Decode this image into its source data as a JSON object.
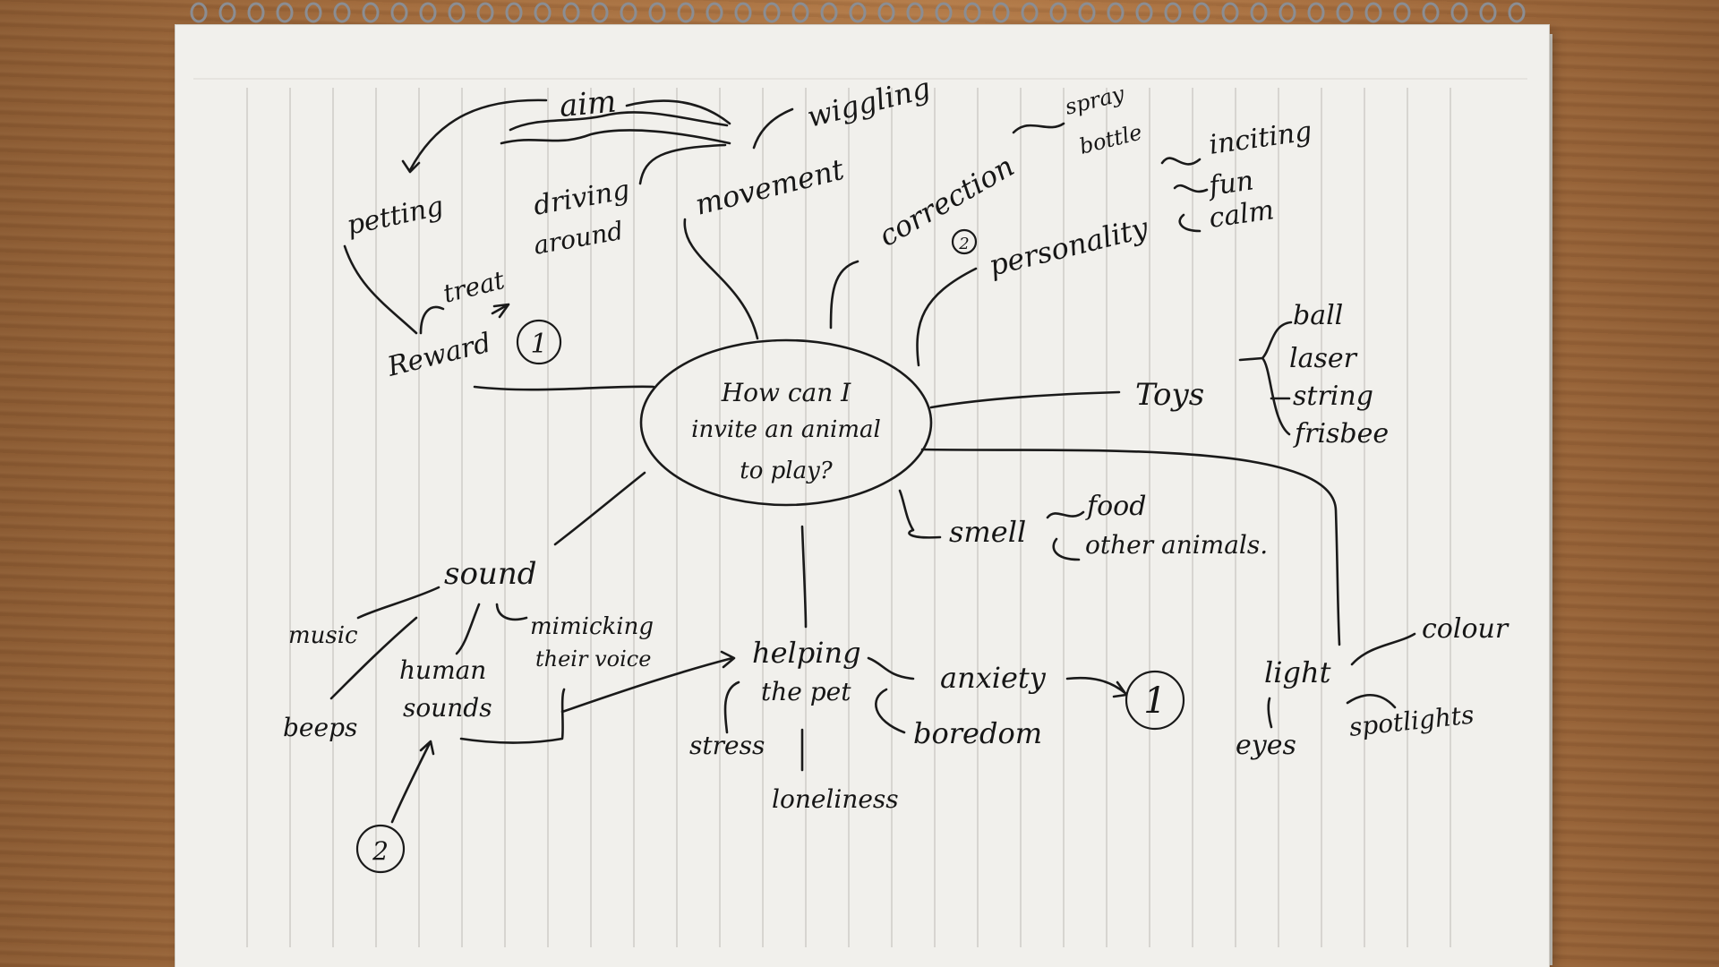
{
  "center": {
    "line1": "How can I",
    "line2": "invite an animal",
    "line3": "to play?"
  },
  "branches": {
    "reward": {
      "label": "Reward",
      "badge": "1",
      "sub": [
        "treat",
        "petting"
      ]
    },
    "driving": {
      "label1": "driving",
      "label2": "around"
    },
    "movement": {
      "label": "movement",
      "sub": [
        "aim",
        "wiggling"
      ]
    },
    "correction": {
      "label": "correction",
      "badge": "2",
      "sub": [
        "spray",
        "bottle"
      ]
    },
    "personality": {
      "label": "personality",
      "sub": [
        "inciting",
        "fun",
        "calm"
      ]
    },
    "toys": {
      "label": "Toys",
      "items": [
        "ball",
        "laser",
        "string",
        "frisbee"
      ]
    },
    "smell": {
      "label": "smell",
      "sub": [
        "food",
        "other animals."
      ]
    },
    "sound": {
      "label": "sound",
      "sub": [
        "music",
        "beeps",
        "human",
        "sounds",
        "mimicking",
        "their voice"
      ],
      "badge": "2"
    },
    "helping": {
      "label1": "helping",
      "label2": "the pet",
      "sub": [
        "anxiety",
        "boredom",
        "stress",
        "loneliness"
      ],
      "badge": "1"
    },
    "light": {
      "label": "light",
      "sub": [
        "colour",
        "spotlights",
        "eyes"
      ]
    }
  }
}
